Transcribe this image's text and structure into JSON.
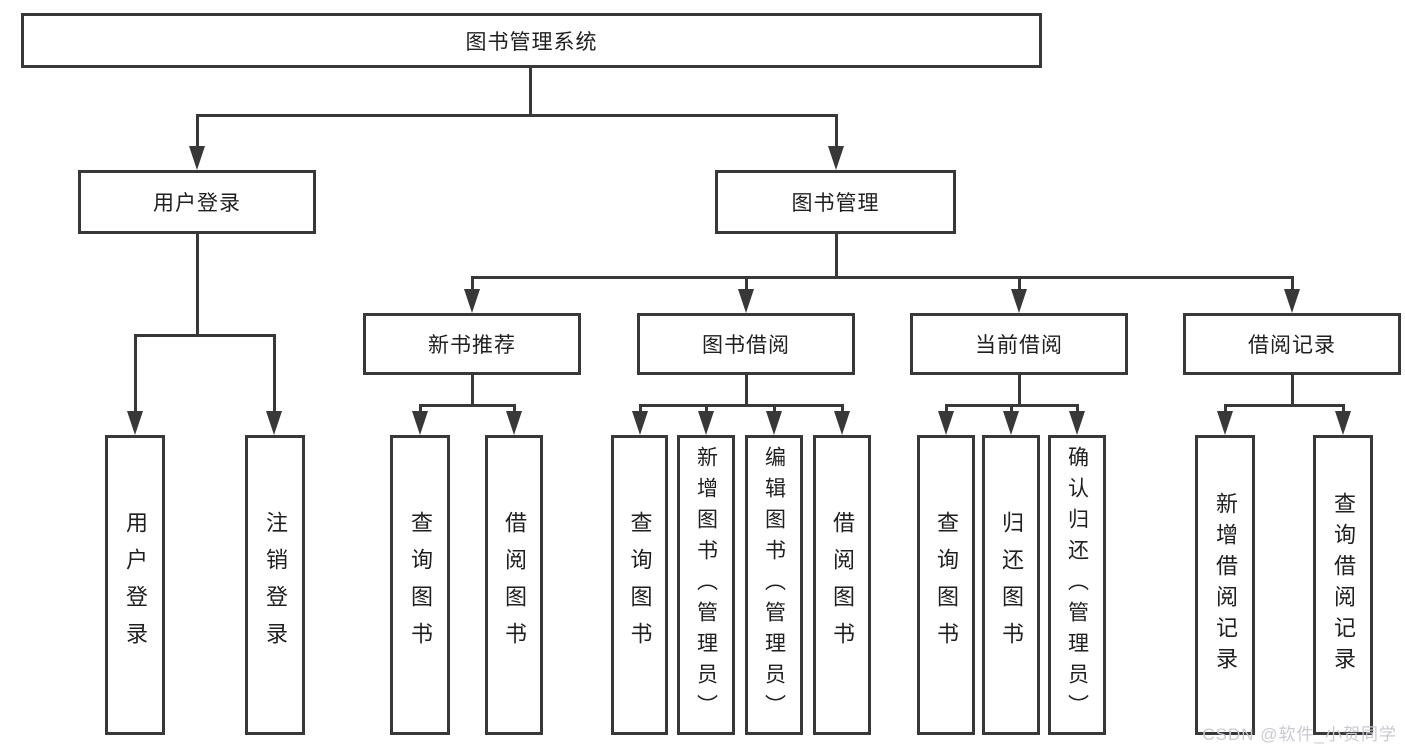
{
  "nodes": {
    "root": "图书管理系统",
    "level2": [
      "用户登录",
      "图书管理"
    ],
    "level3": [
      "新书推荐",
      "图书借阅",
      "当前借阅",
      "借阅记录"
    ],
    "leaves": [
      "用户登录",
      "注销登录",
      "查询图书",
      "借阅图书",
      "查询图书",
      "新增图书（管理员）",
      "编辑图书（管理员）",
      "借阅图书",
      "查询图书",
      "归还图书",
      "确认归还（管理员）",
      "新增借阅记录",
      "查询借阅记录"
    ]
  },
  "watermark": {
    "text": "CSDN @软件_小贺同学"
  },
  "colors": {
    "line": "#383838",
    "text": "#1f1f1f",
    "background": "#ffffff",
    "watermark": "#c9c9d2"
  }
}
